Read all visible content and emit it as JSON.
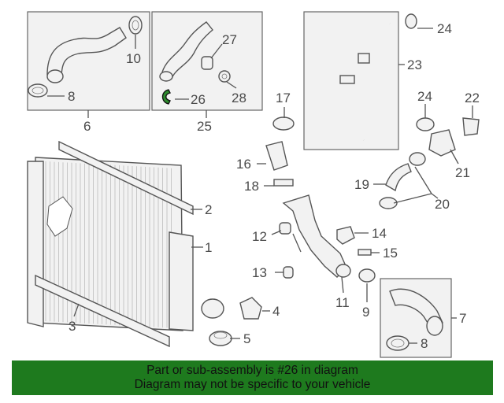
{
  "callouts": {
    "c1": "1",
    "c2": "2",
    "c3": "3",
    "c4": "4",
    "c5": "5",
    "c6": "6",
    "c7": "7",
    "c8a": "8",
    "c8b": "8",
    "c9": "9",
    "c10": "10",
    "c11": "11",
    "c12": "12",
    "c13": "13",
    "c14": "14",
    "c15": "15",
    "c16": "16",
    "c17": "17",
    "c18": "18",
    "c19": "19",
    "c20": "20",
    "c21": "21",
    "c22": "22",
    "c23": "23",
    "c24a": "24",
    "c24b": "24",
    "c25": "25",
    "c26": "26",
    "c27": "27",
    "c28": "28"
  },
  "highlight": {
    "part_number": "26",
    "color": "#1e7a1e"
  },
  "banner": {
    "line1": "Part or sub-assembly is #26 in diagram",
    "line2": "Diagram may not be specific to your vehicle",
    "color": "#1e7a1e"
  }
}
